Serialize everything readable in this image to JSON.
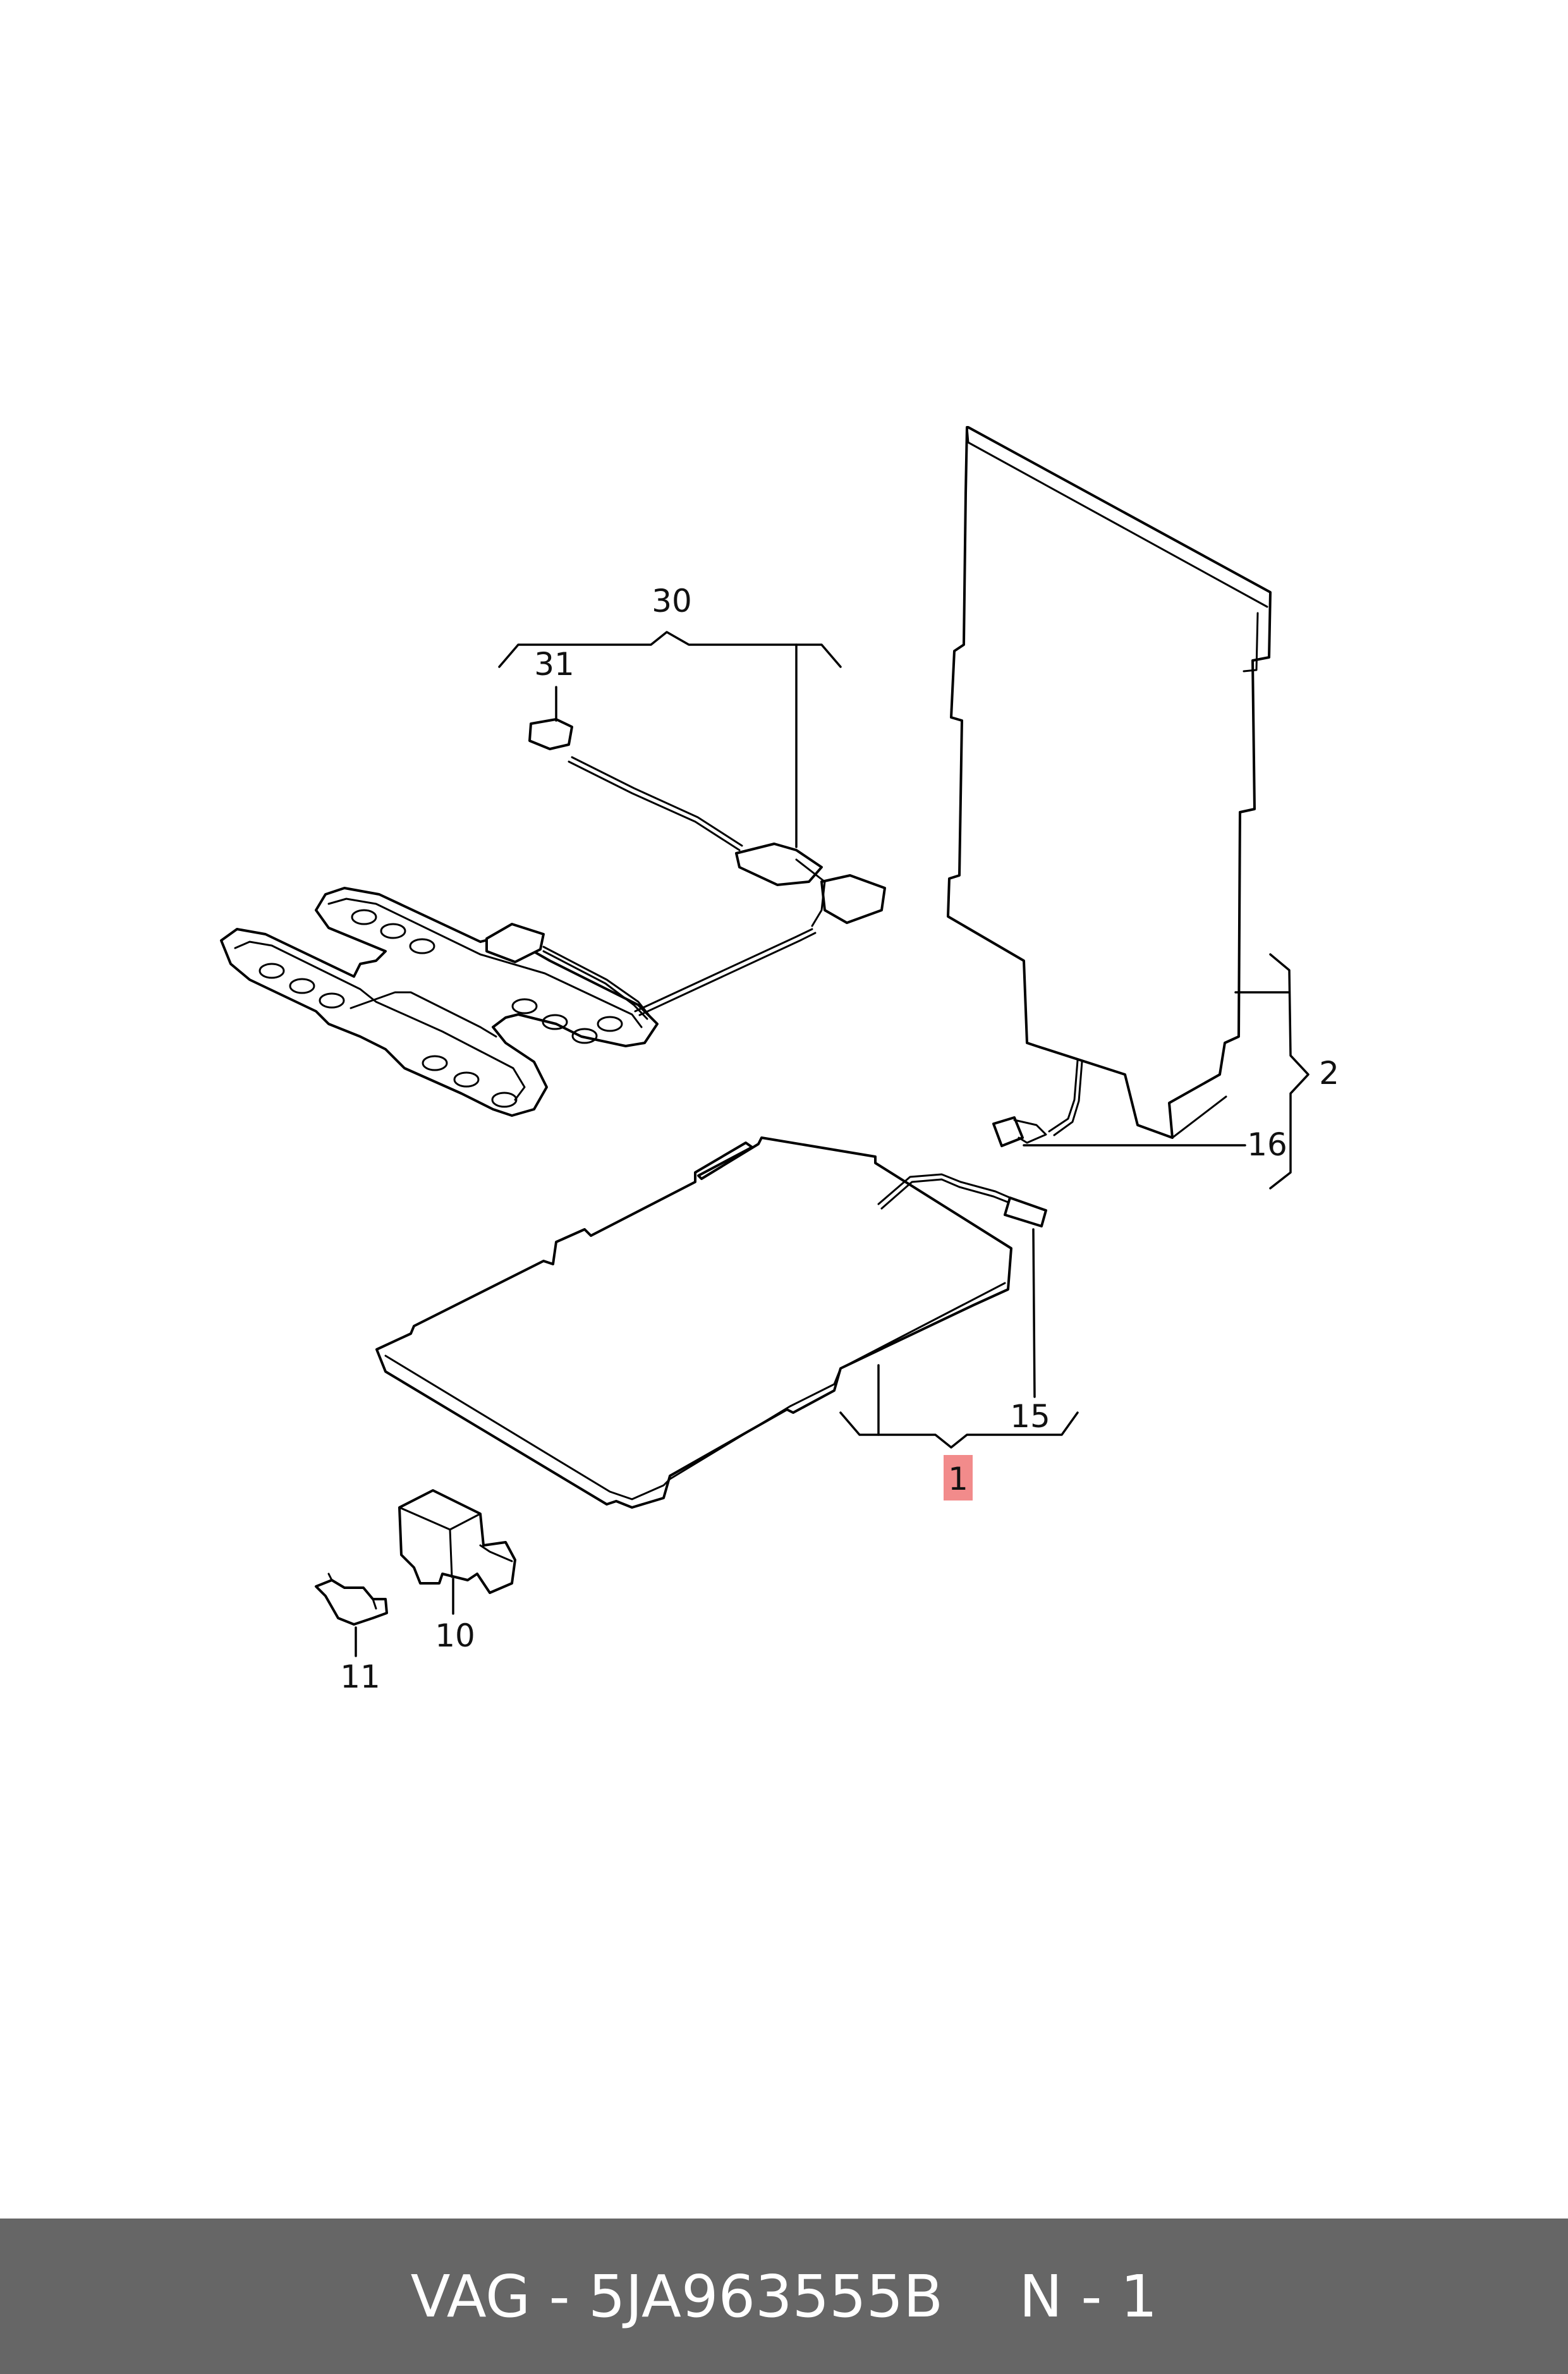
{
  "footer": {
    "brand": "VAG",
    "separator": " - ",
    "part_number": "5JA963555B",
    "position": "N - 1"
  },
  "callouts": {
    "c1": "1",
    "c2": "2",
    "c10": "10",
    "c11": "11",
    "c15": "15",
    "c16": "16",
    "c30": "30",
    "c31": "31"
  },
  "highlight_color": "#f28b8b",
  "footer_color": "#666666"
}
